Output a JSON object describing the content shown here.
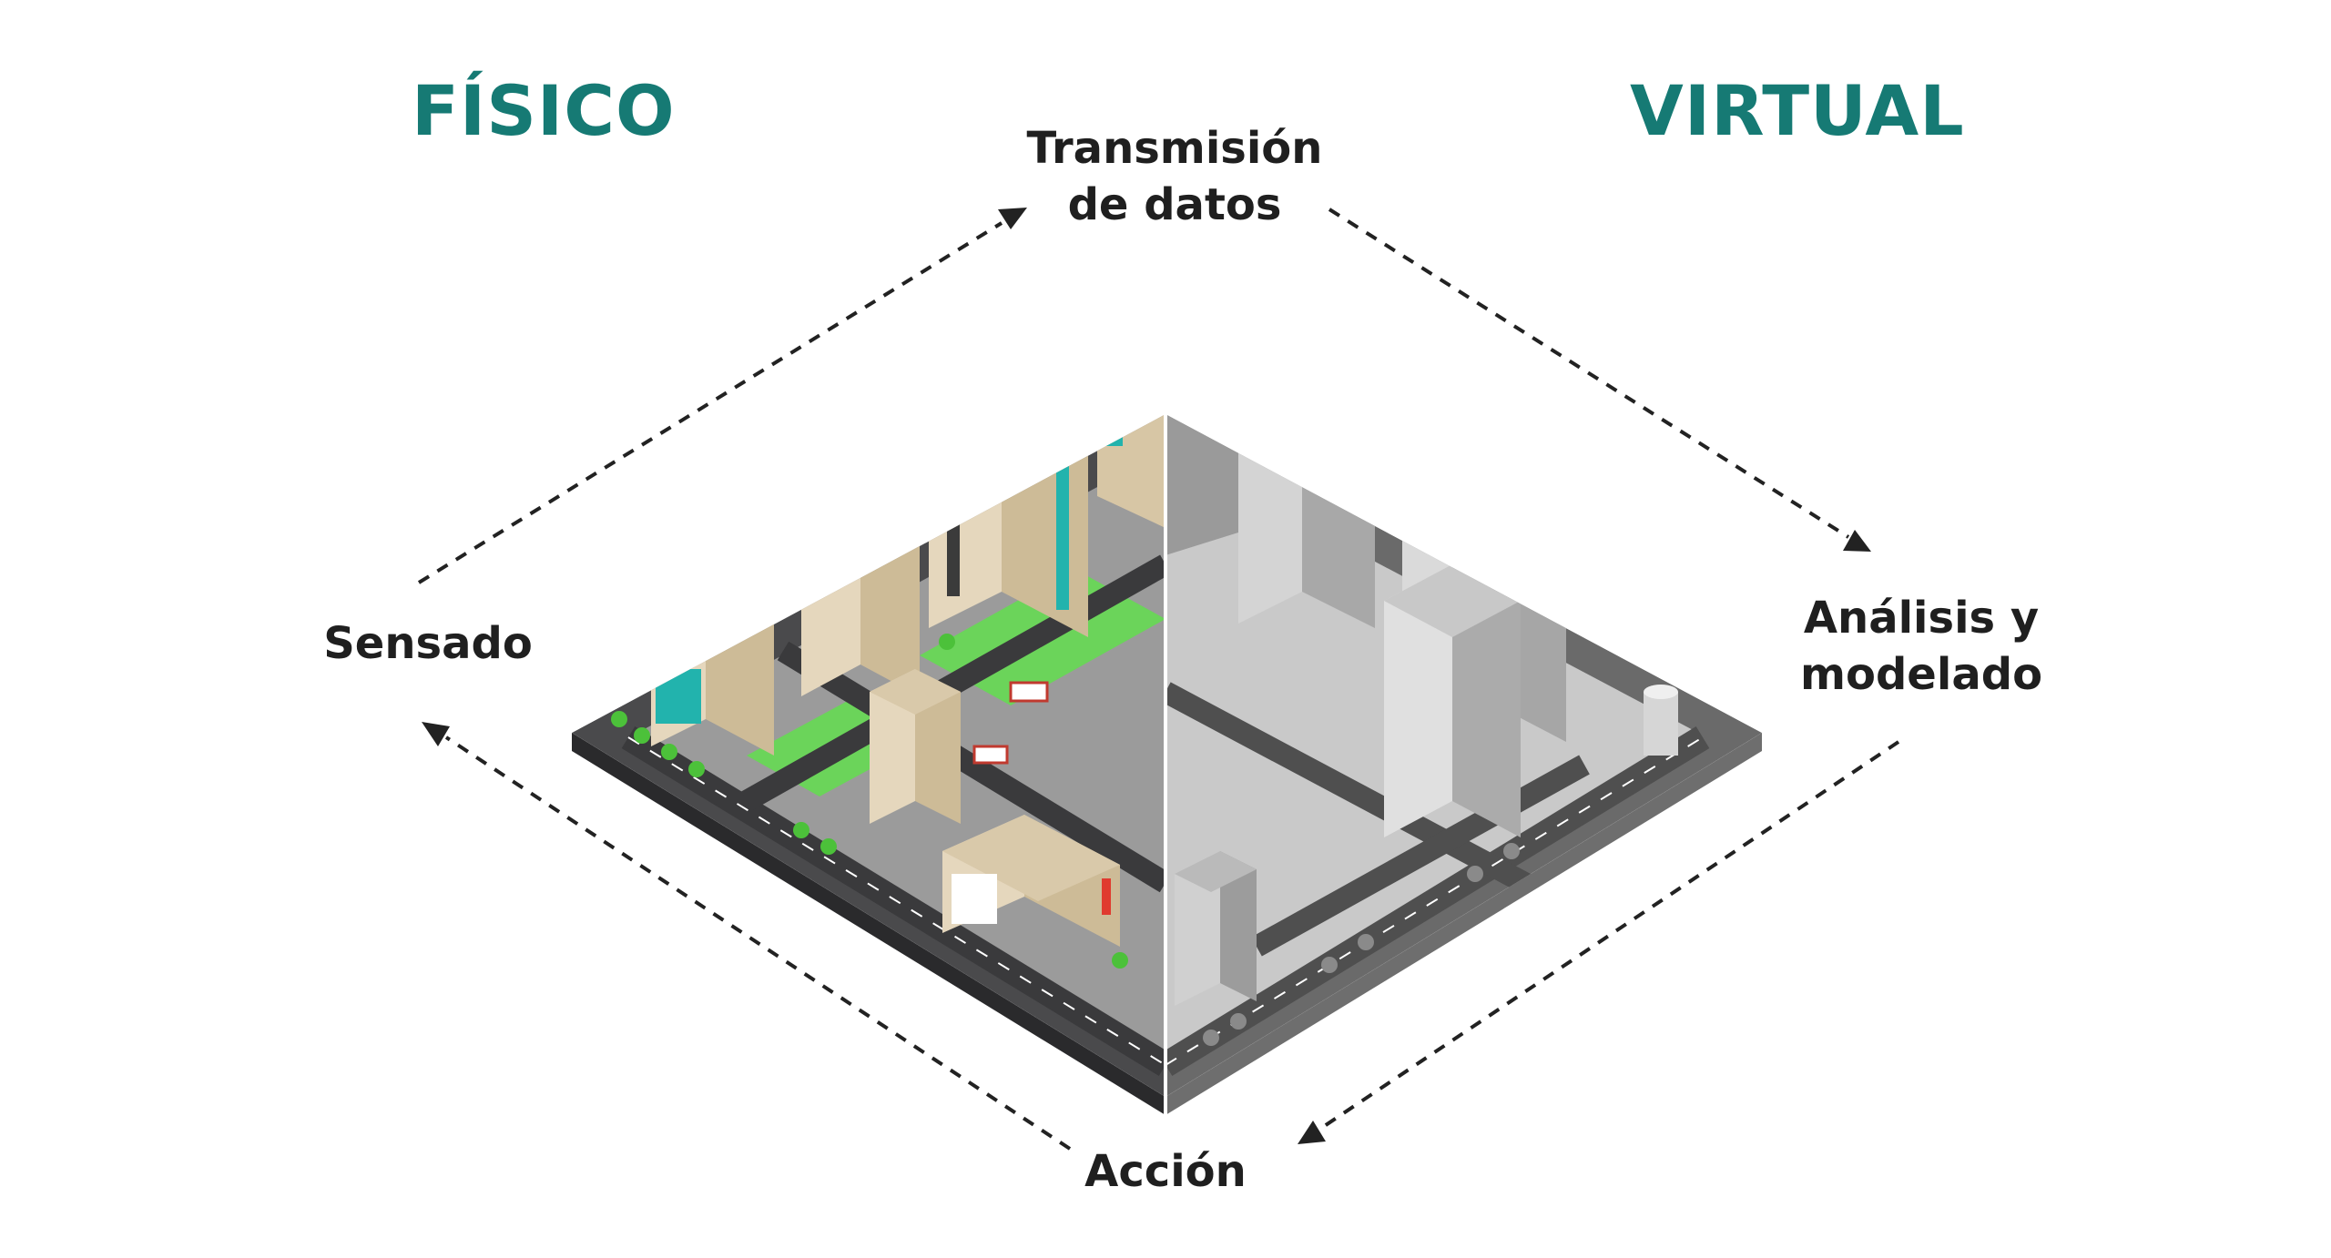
{
  "headings": {
    "physical": "FÍSICO",
    "virtual": "VIRTUAL"
  },
  "steps": {
    "transmission": {
      "line1": "Transmisión",
      "line2": "de datos"
    },
    "sensing": "Sensado",
    "analysis": {
      "line1": "Análisis y",
      "line2": "modelado"
    },
    "action": "Acción"
  },
  "colors": {
    "heading": "#167a74",
    "accent_teal": "#22b3ad",
    "grass": "#6bd45a",
    "asphalt": "#4a4a4c",
    "building_tan": "#e5d7bd",
    "virtual_gray": "#b9b9b9"
  },
  "illustration": {
    "left_half": "colored isometric city blocks",
    "right_half": "grayscale digital-twin city blocks"
  }
}
